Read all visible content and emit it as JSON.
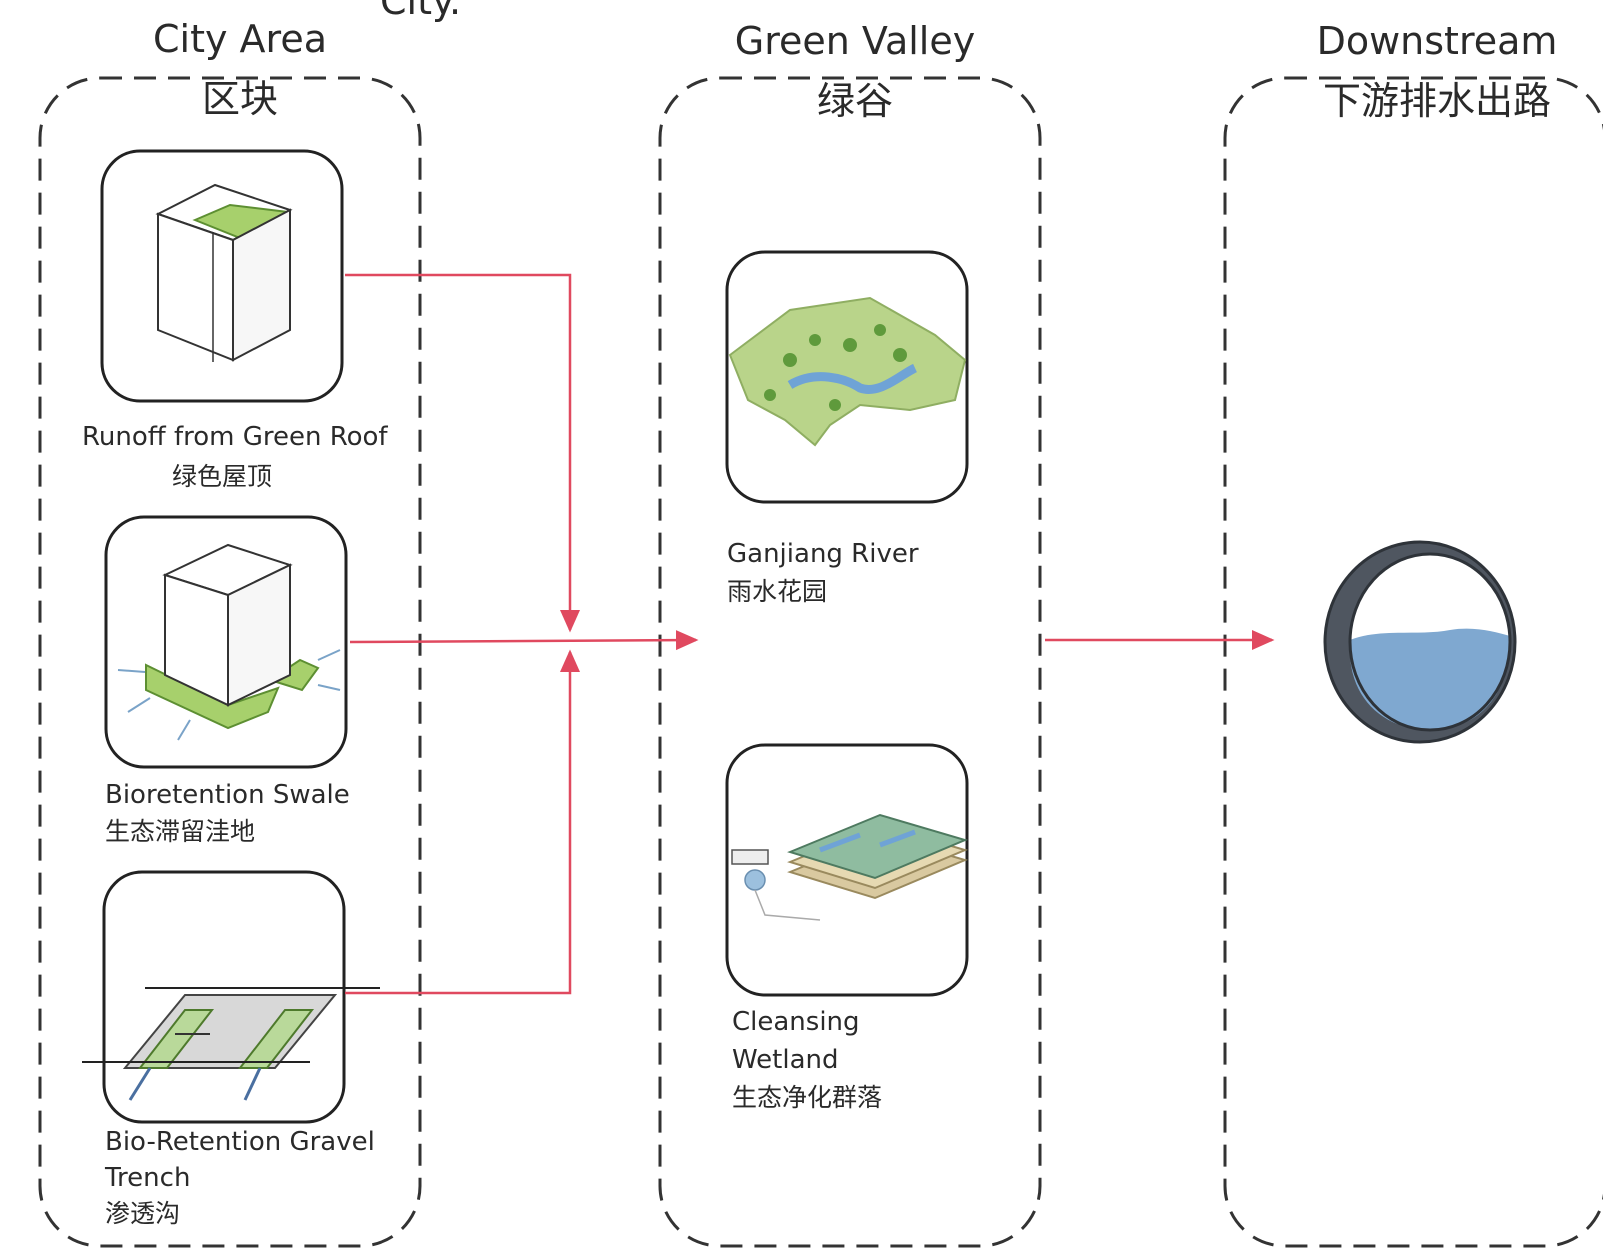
{
  "top_fragment": "City.",
  "columns": {
    "city": {
      "title": "City Area",
      "subtitle": "区块"
    },
    "valley": {
      "title": "Green Valley",
      "subtitle": "绿谷"
    },
    "downstream": {
      "title": "Downstream",
      "subtitle": "下游排水出路"
    }
  },
  "items": {
    "green_roof": {
      "line1": "Runoff from Green Roof",
      "line2": "绿色屋顶",
      "icon": "green-roof-building-icon"
    },
    "swale": {
      "line1": "Bioretention Swale",
      "line2": "生态滞留洼地",
      "icon": "bioretention-swale-icon"
    },
    "trench": {
      "line1": "Bio-Retention Gravel",
      "line2": "Trench",
      "line3": "渗透沟",
      "icon": "gravel-trench-icon"
    },
    "river": {
      "line1": "Ganjiang River",
      "line2": "雨水花园",
      "icon": "river-landscape-icon"
    },
    "wetland": {
      "line1": "Cleansing",
      "line2": "Wetland",
      "line3": "生态净化群落",
      "icon": "wetland-layers-icon"
    },
    "outfall": {
      "icon": "drain-pipe-icon"
    }
  },
  "colors": {
    "flow_line": "#e0495f",
    "dash": "#333333",
    "green": "#9ccc5a",
    "water": "#7fa8d0"
  }
}
